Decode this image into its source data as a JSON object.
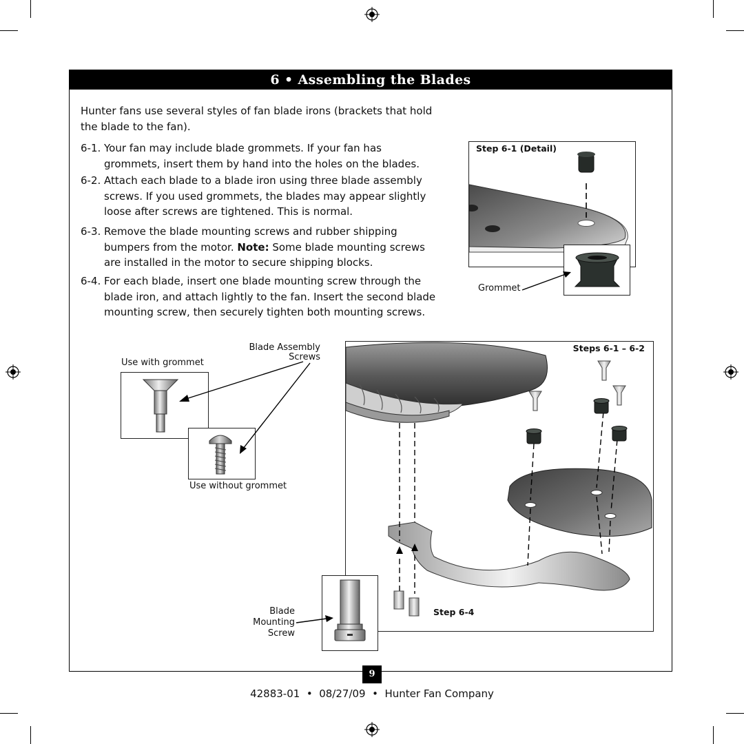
{
  "header": {
    "title": "6 • Assembling the Blades"
  },
  "intro": "Hunter fans use several styles of fan blade irons (brackets that hold the blade to the fan).",
  "steps": [
    {
      "num": "6-1.",
      "text": "Your fan may include blade grommets. If your fan has grommets, insert them by hand into the holes on the blades."
    },
    {
      "num": "6-2.",
      "text": "Attach each blade to a blade iron using three blade assembly screws. If you used grommets, the blades may appear slightly loose after screws are tightened. This is normal."
    },
    {
      "num": "6-3.",
      "text_before": "Remove the blade mounting screws and rubber shipping bumpers from the motor. ",
      "note_label": "Note:",
      "text_after": " Some blade mounting screws are installed in the motor to secure shipping blocks."
    },
    {
      "num": "6-4.",
      "text": "For each blade, insert one blade mounting screw through the blade iron, and attach lightly to the fan. Insert the second blade mounting screw, then securely tighten both mounting screws."
    }
  ],
  "figures": {
    "detail": {
      "title": "Step 6-1 (Detail)",
      "callout": "Grommet"
    },
    "screws": {
      "title_line1": "Blade Assembly",
      "title_line2": "Screws",
      "with_grommet": "Use with grommet",
      "without_grommet": "Use without grommet"
    },
    "main": {
      "title": "Steps 6-1 – 6-2",
      "step4": "Step 6-4"
    },
    "mounting_screw": {
      "line1": "Blade",
      "line2": "Mounting",
      "line3": "Screw"
    }
  },
  "footer": {
    "page_number": "9",
    "text": "42883-01  •  08/27/09  •  Hunter Fan Company"
  }
}
